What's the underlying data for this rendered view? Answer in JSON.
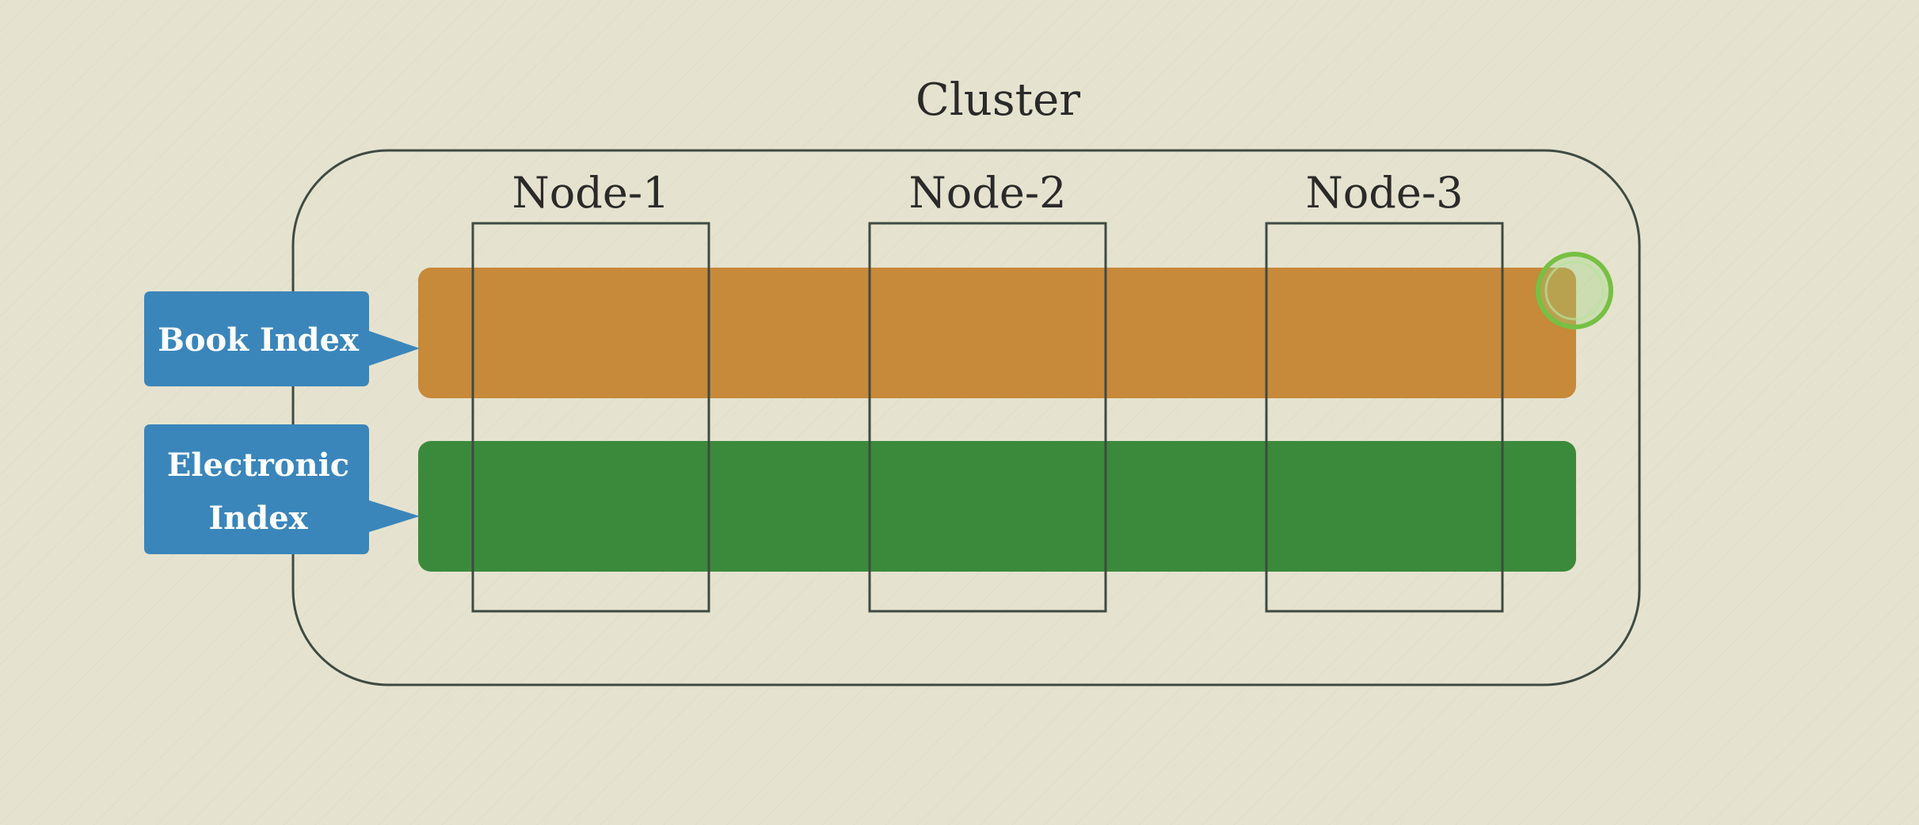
{
  "diagram": {
    "cluster_label": "Cluster",
    "nodes": [
      {
        "label": "Node-1"
      },
      {
        "label": "Node-2"
      },
      {
        "label": "Node-3"
      }
    ],
    "indices": [
      {
        "label_lines": [
          "Book Index"
        ],
        "color": "#c7893a"
      },
      {
        "label_lines": [
          "Electronic",
          "Index"
        ],
        "color": "#3b8a3b"
      }
    ]
  },
  "colors": {
    "background": "#e5e3cf",
    "outline": "#3f4a42",
    "label_box": "#3a86bb",
    "label_text": "#ffffff",
    "highlight_ring": "#76c043"
  },
  "icons": {
    "highlight": "circle-ring"
  }
}
